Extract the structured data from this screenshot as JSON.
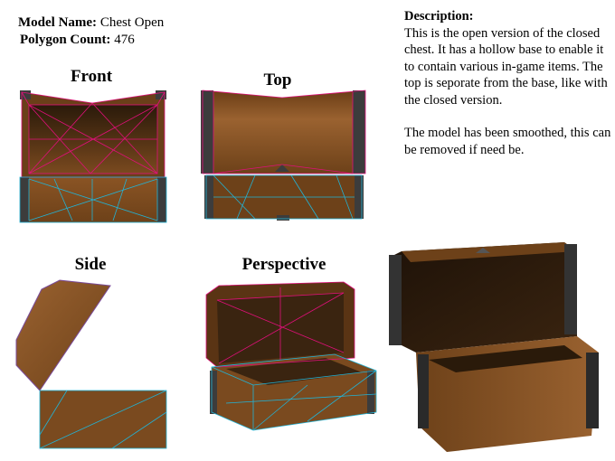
{
  "model": {
    "name_label": "Model Name:",
    "name_value": "Chest Open",
    "poly_label": "Polygon Count:",
    "poly_value": "476"
  },
  "description": {
    "heading": "Description:",
    "paragraph1": "This is the open version of the closed chest. It has a hollow base to enable it to contain various in-game items. The top is seporate from the base, like with the closed version.",
    "paragraph2": "The model has been smoothed, this can be removed if need be."
  },
  "views": {
    "front": "Front",
    "top": "Top",
    "side": "Side",
    "perspective": "Perspective"
  },
  "colors": {
    "wood": "#7a4a1f",
    "wood_dark": "#3a2410",
    "metal": "#3c3c3c",
    "lid_wire": "#e0107a",
    "base_wire": "#22b3d6"
  }
}
